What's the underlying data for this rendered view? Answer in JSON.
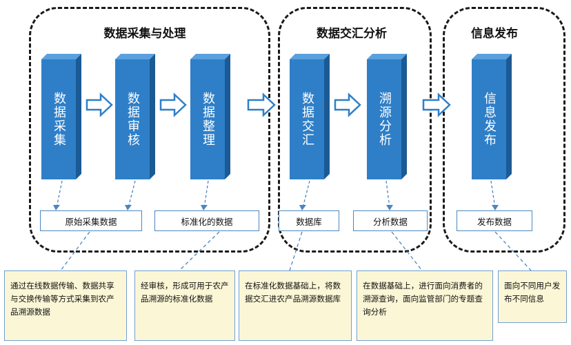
{
  "groups": [
    {
      "title": "数据采集与处理"
    },
    {
      "title": "数据交汇分析"
    },
    {
      "title": "信息发布"
    }
  ],
  "pillars": [
    {
      "label": "数据采集"
    },
    {
      "label": "数据审核"
    },
    {
      "label": "数据整理"
    },
    {
      "label": "数据交汇"
    },
    {
      "label": "溯源分析"
    },
    {
      "label": "信息发布"
    }
  ],
  "outputs": [
    {
      "label": "原始采集数据"
    },
    {
      "label": "标准化的数据"
    },
    {
      "label": "数据库"
    },
    {
      "label": "分析数据"
    },
    {
      "label": "发布数据"
    }
  ],
  "notes": [
    {
      "text": "通过在线数据传输、数据共享与交换传输等方式采集到农产品溯源数据"
    },
    {
      "text": "经审核，形成可用于农产品溯源的标准化数据"
    },
    {
      "text": "在标准化数据基础上，将数据交汇进农产品溯源数据库"
    },
    {
      "text": "在数据基础上，进行面向消费者的溯源查询，面向监管部门的专题查询分析"
    },
    {
      "text": "面向不同用户发布不同信息"
    }
  ],
  "colors": {
    "pillar_front": "#2e7fc8",
    "pillar_side": "#1b5a94",
    "pillar_top": "#5aa0de",
    "note_bg": "#fbf7d6",
    "dash_blue": "#4a86c0"
  }
}
